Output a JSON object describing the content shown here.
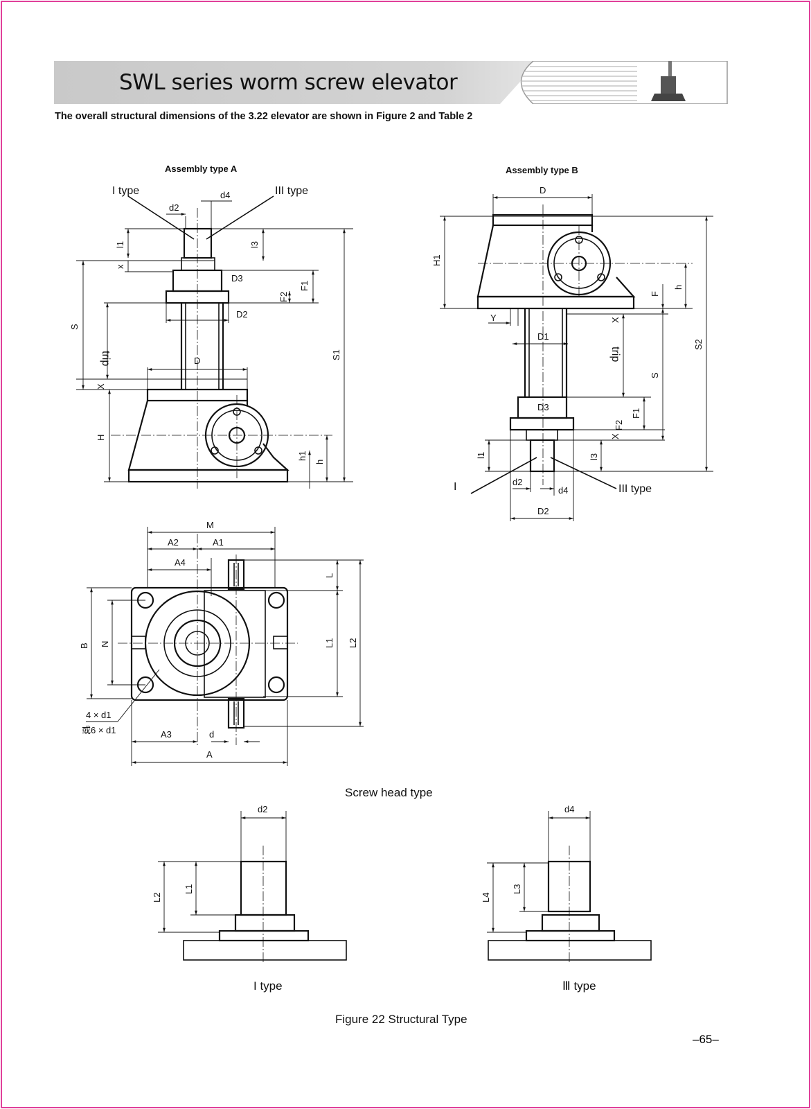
{
  "header": {
    "title": "SWL series worm screw elevator",
    "subtitle": "The overall structural dimensions of the 3.22 elevator are shown in Figure 2 and Table 2"
  },
  "assembly_a": {
    "title": "Assembly type A",
    "i_type": "I type",
    "iii_type": "III type",
    "labels": {
      "d2": "d2",
      "d4": "d4",
      "l1": "l1",
      "l3": "l3",
      "x": "x",
      "D3": "D3",
      "F1": "F1",
      "F2": "F2",
      "D2": "D2",
      "S": "S",
      "trip": "trip",
      "D": "D",
      "X": "X",
      "S1": "S1",
      "H": "H",
      "h1": "h1",
      "h": "h"
    }
  },
  "assembly_b": {
    "title": "Assembly type B",
    "i_label": "I",
    "iii_type": "III type",
    "labels": {
      "D": "D",
      "H1": "H1",
      "F": "F",
      "h": "h",
      "Y": "Y",
      "x": "X",
      "D1": "D1",
      "trip": "trip",
      "S": "S",
      "S2": "S2",
      "D3": "D3",
      "F1": "F1",
      "F2": "F2",
      "X": "X",
      "l1": "l1",
      "l3": "l3",
      "d2": "d2",
      "d4": "d4",
      "D2": "D2"
    }
  },
  "plan_view": {
    "labels": {
      "M": "M",
      "A2": "A2",
      "A1": "A1",
      "A4": "A4",
      "L": "L",
      "B": "B",
      "N": "N",
      "L1": "L1",
      "L2": "L2",
      "holes1": "4 × d1",
      "holes2": "或6 × d1",
      "A3": "A3",
      "d": "d",
      "A": "A"
    }
  },
  "screw_head": {
    "title": "Screw head type",
    "type1": {
      "caption": "I type",
      "d2": "d2",
      "L1": "L1",
      "L2": "L2"
    },
    "type3": {
      "caption": "Ⅲ type",
      "d4": "d4",
      "L3": "L3",
      "L4": "L4"
    }
  },
  "figure_caption": "Figure 22 Structural Type",
  "page_number": "–65–",
  "colors": {
    "border": "#e0409a",
    "header_bar": "#cccccc"
  }
}
